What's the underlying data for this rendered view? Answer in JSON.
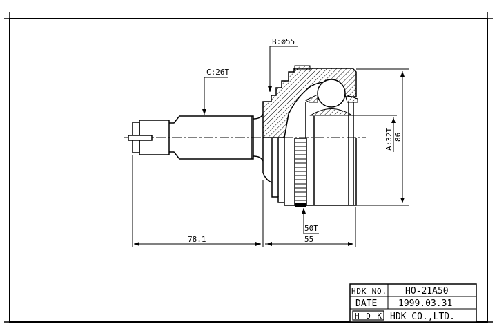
{
  "labels": {
    "spline_b": "B:⌀55",
    "spline_c": "C:26T",
    "spline_a": "A:32T",
    "abs_teeth": "50T",
    "dim_shaft_length": "78.1",
    "dim_housing_length": "55",
    "dim_diameter": "86"
  },
  "title_block": {
    "part_no_label": "HDK NO.",
    "part_no": "HO-21A50",
    "date_label": "DATE",
    "date": "1999.03.31",
    "logo": "HDK",
    "company": "HDK CO.,LTD."
  }
}
